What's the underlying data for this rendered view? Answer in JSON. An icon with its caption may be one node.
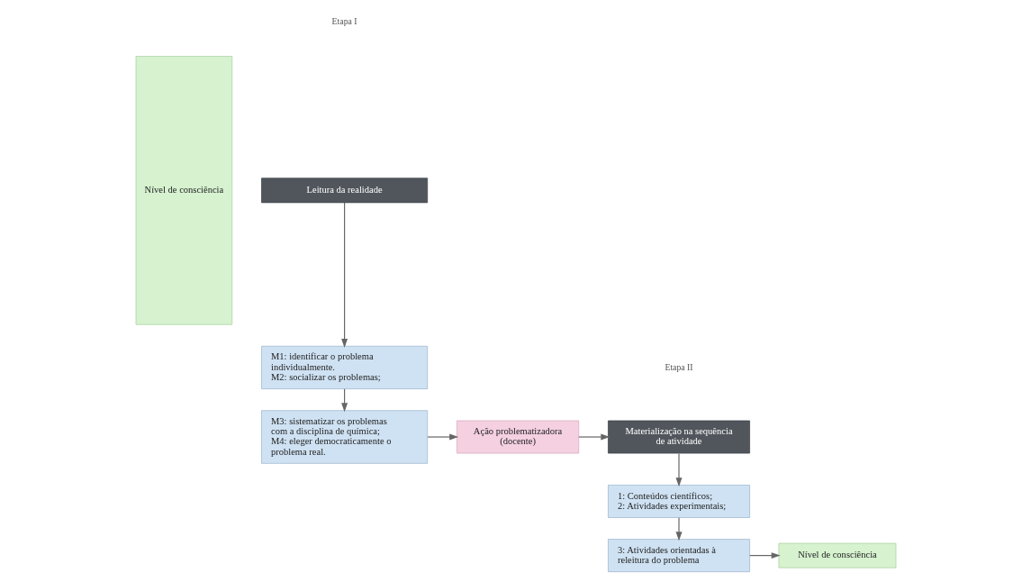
{
  "diagram": {
    "nodes": [
      {
        "text": [
          "Nível de consciência"
        ]
      },
      {
        "text": [
          "Leitura da realidade"
        ]
      },
      {
        "text": [
          "M1: identificar o problema individualmente.",
          "M2: socializar os problemas;"
        ]
      },
      {
        "text": [
          "M3: sistematizar os problemas com a disciplina de química;",
          "M4: eleger democraticamente o problema real."
        ]
      },
      {
        "text": [
          "Ação problematizadora (docente)"
        ]
      },
      {
        "text": [
          "Materialização na sequência de atividade"
        ]
      },
      {
        "text": [
          "1: Conteúdos científicos;",
          "2: Atividades experimentais;"
        ]
      },
      {
        "text": [
          "3: Atividades orientadas à releitura do problema"
        ]
      },
      {
        "text": [
          "Nível de consciência"
        ]
      }
    ],
    "edges": [
      {
        "from": 1,
        "to": 2,
        "arrow": "to"
      },
      {
        "from": 2,
        "to": 3,
        "arrow": "to"
      },
      {
        "from": 3,
        "to": 4,
        "arrow": "to"
      },
      {
        "from": 4,
        "to": 5,
        "arrow": "to"
      },
      {
        "from": 5,
        "to": 6,
        "arrow": "to"
      },
      {
        "from": 6,
        "to": 7,
        "arrow": "to"
      },
      {
        "from": 7,
        "to": 8,
        "arrow": "to"
      }
    ],
    "labels": [
      "Etapa I",
      "Etapa II"
    ]
  }
}
